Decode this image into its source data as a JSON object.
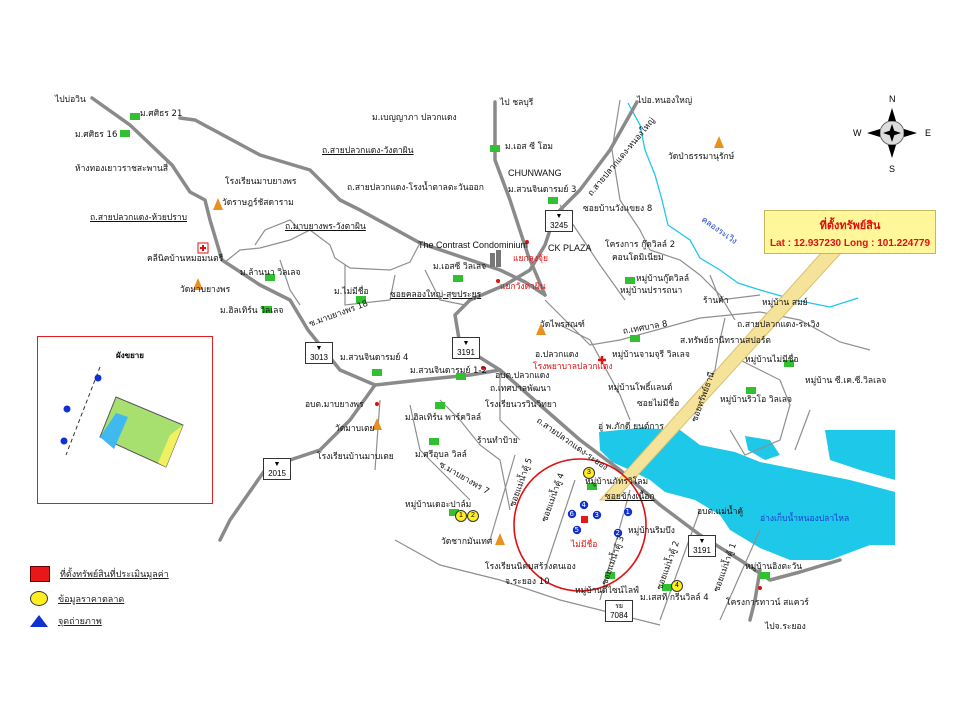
{
  "labels": {
    "to_bowin": "ไปบ่อวิน",
    "sasithorn21": "ม.ศศิธร 21",
    "sasithorn16": "ม.ศศิธร 16",
    "gold_shop": "ห้างทองเยาวราชสะพานสี่",
    "school_mabyangporn": "โรงเรียนมาบยางพร",
    "rd_pluakdaeng_wangtaphin": "ถ.สายปลวกแดง-วังตาผิน",
    "rd_pluakdaeng_sugar": "ถ.สายปลวกแดง-โรงน้ำตาลตะวันออก",
    "wat_ratchadaram": "วัดราษฎร์ชัสดาราม",
    "rd_pluakdaeng_huaiprap": "ถ.สายปลวกแดง-ห้วยปราบ",
    "rd_mabyangporn_wangtaphin": "ถ.มาบยางพร-วังตาผิน",
    "clinic": "คลีนิคบ้านหมอมนตรี",
    "lanna_village": "ม.ล้านนา วิลเลจ",
    "wat_mabyangporn": "วัดมาบยางพร",
    "no_name_village1": "ม.ไม่มีชื่อ",
    "soi_klongyai": "ซอยคลองใหญ่-สุขประยูร",
    "hilltern_village": "ม.ฮิลเทิร์น วิลเลจ",
    "soi_mabyangporn18": "ซ.มาบยางพร 18",
    "contrast_condo": "The Contrast Condominium",
    "sc_village": "ม.เอสซี วิลเลจ",
    "benyapha": "ม.เบญญาภา ปลวกแดง",
    "to_chonburi": "ไป ชลบุรี",
    "sc_home": "ม.เอส ซี โฮม",
    "chunwang": "CHUNWANG",
    "suanjinda3": "ม.สวนจินดารมย์ 3",
    "rd_pluakdaeng_nongyai": "ถ.สายปลวกแดง-หนองใหญ่",
    "to_nongyai": "ไปอ.หนองใหญ่",
    "wat_pathamma": "วัดป่าธรรมานุรักษ์",
    "soi_wangkhayaeng8": "ซอยบ้านวังแขยง 8",
    "klong_rawoeng": "คลองระเวิง",
    "ck_plaza": "CK PLAZA",
    "yaek_lungjui": "แยกลุงจุ้ย",
    "yaek_wangtaphin": "แยกวังตาผิน",
    "goodwill2": "โครงการ กู๊ดวิลล์ 2",
    "condominium": "คอนโดมิเนียม",
    "goodwill": "หมู่บ้านกู๊ดวิลล์",
    "prathana": "หมู่บ้านปรารถนา",
    "shop": "ร้านค้า",
    "village_som": "หมู่บ้าน สมย์",
    "rd_pluakdaeng_rawoeng": "ถ.สายปลวกแดง-ระเวิง",
    "rd_thetsaban8": "ถ.เทศบาล 8",
    "wat_phraison": "วัดไพรสณฑ์",
    "amphoe_pluakdaeng": "อ.ปลวกแดง",
    "hospital": "โรงพยาบาลปลวกแดง",
    "chamchuri": "หมู่บ้านจามจุรี วิลเลจ",
    "transport": "ส.ทรัพย์ธานีทรานสปอร์ต",
    "no_name_village2": "หมู่บ้านไม่มีชื่อ",
    "ckc_village": "หมู่บ้าน ซี.เค.ซี.วิลเลจ",
    "rd_thetsaban_phatthana": "ถ.เทศบาลพัฒนา",
    "pholand": "หมู่บ้านโพธิ์แลนด์",
    "soi_no_name": "ซอยไม่มีชื่อ",
    "rio_village": "หมู่บ้านริวโอ วิลเลจ",
    "garage": "อู่ พ.ภักดี ยนต์การ",
    "soi_sapthani": "ซอยทรัพย์ธานี",
    "suanjinda4": "ม.สวนจินดารมย์ 4",
    "suanjinda12": "ม.สวนจินดารมย์ 1-2",
    "obt_pluakdaeng": "อบต.ปลวกแดง",
    "obt_mabyangporn": "อบต.มาบยางพร",
    "hilltern_park": "ม.ฮิลเทิร์น พาร์ควิลล์",
    "school_worawin": "โรงเรียนวรวินวิทยา",
    "wat_mabtoei": "วัดมาบเตย",
    "sign_shop": "ร้านทำป้าย",
    "school_mabtoei": "โรงเรียนบ้านมาบเตย",
    "sriubon": "ม.ศรีอุบล วิลล์",
    "rd_pluakdaeng_rayong": "ถ.สายปลวกแดง-ระยอง",
    "soi_maenamkhu5": "ซอยแม่น้ำคู้ 5",
    "soi_mabyangporn7": "ซ.มาบยางพร 7",
    "phattharawilom": "หมู่บ้านภัทรวิโลม",
    "soi_khangnuak": "ซอยข้างเนื้อก",
    "the_palm": "หมู่บ้านเดอะปาล์ม",
    "wat_chakmanthet": "วัดชากมันเทศ",
    "school_nikhom": "โรงเรียนนิคมสร้างตนเอง",
    "rayong10": "จ.ระยอง 10",
    "soi_maenamkhu4": "ซอยแม่น้ำคู้ 4",
    "no_name_red": "ไม่มีชื่อ",
    "soi_maenamkhu3": "ซอยแม่น้ำคู้ 3",
    "rimbueng": "หมู่บ้านริมบึง",
    "obt_maenamkhu": "อบต.แม่น้ำคู้",
    "soi_maenamkhu2": "ซอยแม่น้ำคู้ 2",
    "soi_maenamkhu1": "ซอยแม่น้ำคู้ 1",
    "design_life": "หมู่บ้านดีไซน์ไลฟ์",
    "greenville4": "ม.เสสที กรีนวิลล์ 4",
    "reservoir": "อ่างเก็บน้ำหนองปลาไหล",
    "ingtawan": "หมู่บ้านอิงตะวัน",
    "town_square": "โครงการทาวน์ สแควร์",
    "to_rayong": "ไปจ.ระยอง"
  },
  "routes": {
    "r3245": "3245",
    "r3191a": "3191",
    "r3191b": "3191",
    "r3013": "3013",
    "r2015": "2015",
    "r7084_prov": "รย",
    "r7084": "7084"
  },
  "compass": {
    "n": "N",
    "s": "S",
    "e": "E",
    "w": "W"
  },
  "callout": {
    "title": "ที่ตั้งทรัพย์สิน",
    "coords": "Lat : 12.937230  Long : 101.224779"
  },
  "inset": {
    "title": "ผังขยาย"
  },
  "badges": [
    "1",
    "2",
    "3",
    "4"
  ],
  "photo_points": [
    "1",
    "2",
    "3",
    "4",
    "5",
    "6"
  ],
  "legend": [
    {
      "label": "ที่ตั้งทรัพย์สินที่ประเมินมูลค่า",
      "color": "#e81818"
    },
    {
      "label": "ข้อมูลราคาตลาด",
      "color": "#ffee22"
    },
    {
      "label": "จุดถ่ายภาพ",
      "color": "#1030d0"
    }
  ],
  "colors": {
    "road": "#8a8a8a",
    "water": "#1ec8e8",
    "subject_circle": "#e01010",
    "callout": "#fff79a"
  }
}
